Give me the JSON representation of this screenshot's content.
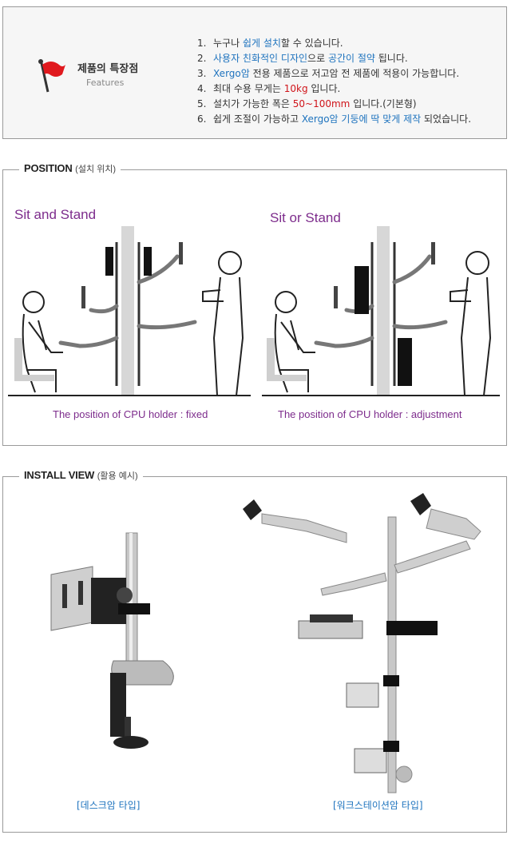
{
  "features": {
    "title": "제품의 특장점",
    "subtitle": "Features",
    "items": [
      {
        "num": "1.",
        "segments": [
          {
            "t": "누구나 ",
            "c": ""
          },
          {
            "t": "쉽게 설치",
            "c": "blue"
          },
          {
            "t": "할 수 있습니다.",
            "c": ""
          }
        ]
      },
      {
        "num": "2.",
        "segments": [
          {
            "t": "사용자 친화적인 디자인",
            "c": "blue"
          },
          {
            "t": "으로 ",
            "c": ""
          },
          {
            "t": "공간이 절약",
            "c": "blue"
          },
          {
            "t": " 됩니다.",
            "c": ""
          }
        ]
      },
      {
        "num": "3.",
        "segments": [
          {
            "t": "Xergo암",
            "c": "blue"
          },
          {
            "t": " 전용 제품으로 저고암 전 제품에 적용이 가능합니다.",
            "c": ""
          }
        ]
      },
      {
        "num": "4.",
        "segments": [
          {
            "t": "최대 수용 무게는 ",
            "c": ""
          },
          {
            "t": "10kg",
            "c": "red"
          },
          {
            "t": " 입니다.",
            "c": ""
          }
        ]
      },
      {
        "num": "5.",
        "segments": [
          {
            "t": "설치가 가능한 폭은 ",
            "c": ""
          },
          {
            "t": "50~100mm",
            "c": "red"
          },
          {
            "t": " 입니다.(기본형)",
            "c": ""
          }
        ]
      },
      {
        "num": "6.",
        "segments": [
          {
            "t": "쉽게 조절이 가능하고 ",
            "c": ""
          },
          {
            "t": "Xergo암 기둥에 딱 맞게 제작",
            "c": "blue"
          },
          {
            "t": " 되었습니다.",
            "c": ""
          }
        ]
      }
    ]
  },
  "position": {
    "heading": "POSITION",
    "heading_sub": "(설치 위치)",
    "left": {
      "title": "Sit and Stand",
      "caption": "The position of CPU holder : fixed"
    },
    "right": {
      "title": "Sit or Stand",
      "caption": "The position of CPU holder : adjustment"
    }
  },
  "install": {
    "heading": "INSTALL VIEW",
    "heading_sub": "(활용 예시)",
    "left_label": "[데스크암 타입]",
    "right_label": "[워크스테이션암 타입]"
  },
  "colors": {
    "accent_purple": "#7d2c8c",
    "accent_blue": "#1e73be",
    "accent_red": "#d0141a"
  }
}
